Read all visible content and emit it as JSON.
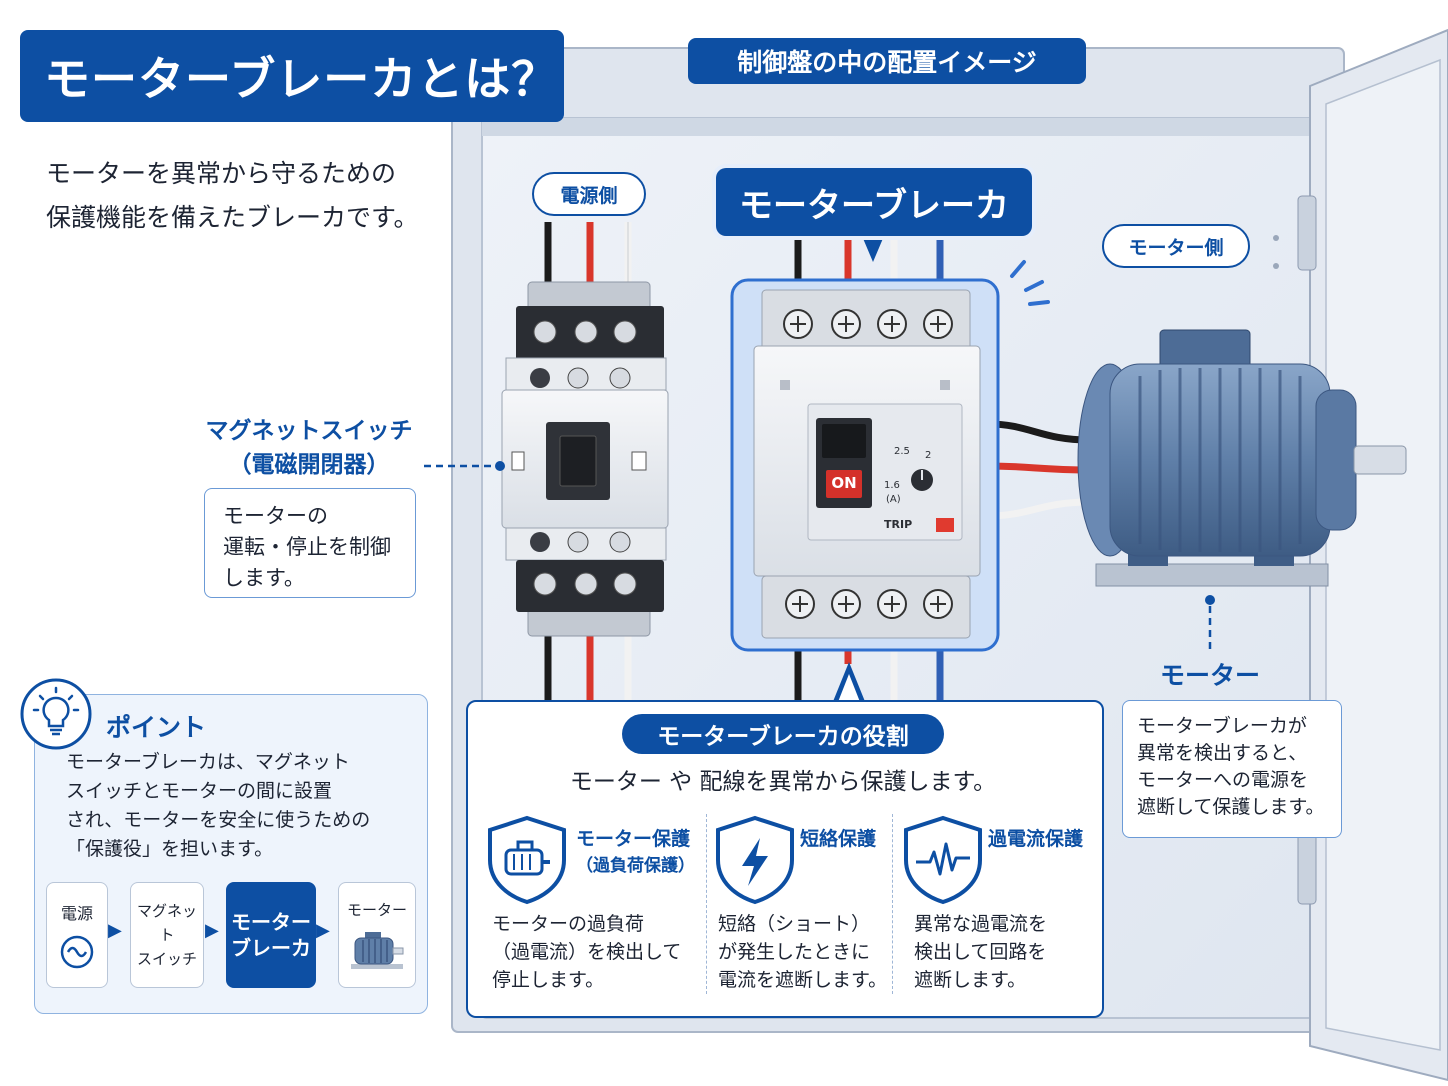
{
  "title": "モーターブレーカとは？",
  "lead": [
    "モーターを異常から守るための",
    "保護機能を備えたブレーカです。"
  ],
  "panel_tag": "制御盤の中の配置イメージ",
  "source_side": "電源側",
  "motor_side": "モーター側",
  "breaker_label": "モーターブレーカ",
  "magnet_switch": {
    "name": "マグネットスイッチ",
    "sub": "（電磁開閉器）",
    "desc": [
      "モーターの",
      "運転・停止を制御",
      "します。"
    ]
  },
  "breaker_face": {
    "on": "ON",
    "trip": "TRIP",
    "scale": [
      "2.5",
      "2",
      "1.6",
      "(A)"
    ]
  },
  "motor": {
    "name": "モーター",
    "desc": [
      "モーターブレーカが",
      "異常を検出すると、",
      "モーターへの電源を",
      "遮断して保護します。"
    ]
  },
  "point": {
    "heading": "ポイント",
    "text": [
      "モーターブレーカは、マグネット",
      "スイッチとモーターの間に設置",
      "され、モーターを安全に使うための",
      "「保護役」を担います。"
    ],
    "flow": [
      {
        "lines": [
          "電源"
        ],
        "icon": "ac-source-icon"
      },
      {
        "lines": [
          "マグネット",
          "スイッチ"
        ]
      },
      {
        "lines": [
          "モーター",
          "ブレーカ"
        ],
        "active": true
      },
      {
        "lines": [
          "モーター"
        ],
        "icon": "motor-icon"
      }
    ]
  },
  "role": {
    "heading": "モーターブレーカの役割",
    "subtitle": "モーター や 配線を異常から保護します。",
    "features": [
      {
        "title": [
          "モーター保護",
          "（過負荷保護）"
        ],
        "desc": [
          "モーターの過負荷",
          "（過電流）を検出して",
          "停止します。"
        ],
        "icon": "motor-shield-icon"
      },
      {
        "title": [
          "短絡保護"
        ],
        "desc": [
          "短絡（ショート）",
          "が発生したときに",
          "電流を遮断します。"
        ],
        "icon": "lightning-shield-icon"
      },
      {
        "title": [
          "過電流保護"
        ],
        "desc": [
          "異常な過電流を",
          "検出して回路を",
          "遮断します。"
        ],
        "icon": "pulse-shield-icon"
      }
    ]
  },
  "colors": {
    "accent": "#0d4fa3",
    "wire_red": "#d9362b",
    "wire_black": "#1b1b1b",
    "wire_white": "#f2f2f2",
    "motor": "#5f7fa8",
    "trip": "#e03a2f"
  }
}
